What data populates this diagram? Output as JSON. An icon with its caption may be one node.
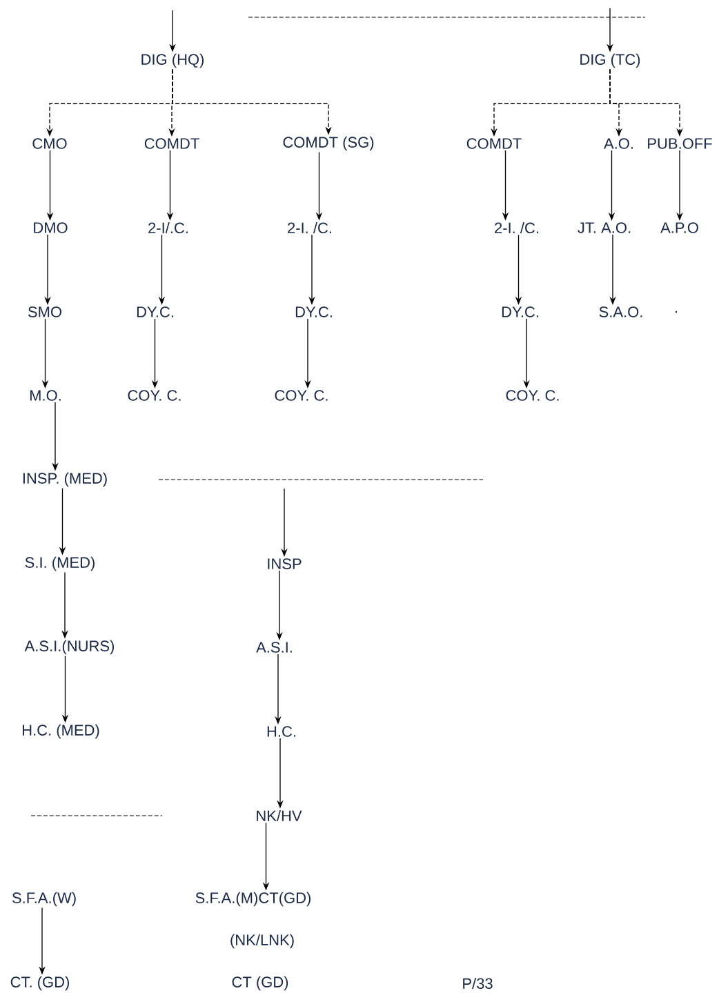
{
  "diagram": {
    "nodes": [
      {
        "text": [
          "DIG (HQ)"
        ]
      },
      {
        "text": [
          "DIG (TC)"
        ]
      },
      {
        "text": [
          "CMO"
        ]
      },
      {
        "text": [
          "COMDT"
        ]
      },
      {
        "text": [
          "COMDT (SG)"
        ]
      },
      {
        "text": [
          "COMDT"
        ]
      },
      {
        "text": [
          "A.O."
        ]
      },
      {
        "text": [
          "PUB.OFF"
        ]
      },
      {
        "text": [
          "DMO"
        ]
      },
      {
        "text": [
          "2-I/.C."
        ]
      },
      {
        "text": [
          "2-I. /C."
        ]
      },
      {
        "text": [
          "2-I. /C."
        ]
      },
      {
        "text": [
          "JT. A.O."
        ]
      },
      {
        "text": [
          "A.P.O"
        ]
      },
      {
        "text": [
          "SMO"
        ]
      },
      {
        "text": [
          "DY.C."
        ]
      },
      {
        "text": [
          "DY.C."
        ]
      },
      {
        "text": [
          "DY.C."
        ]
      },
      {
        "text": [
          "S.A.O."
        ]
      },
      {
        "text": [
          "M.O."
        ]
      },
      {
        "text": [
          "COY. C."
        ]
      },
      {
        "text": [
          "COY. C."
        ]
      },
      {
        "text": [
          "COY. C."
        ]
      },
      {
        "text": [
          "INSP. (MED)"
        ]
      },
      {
        "text": [
          "S.I. (MED)"
        ]
      },
      {
        "text": [
          "INSP"
        ]
      },
      {
        "text": [
          "A.S.I.(NURS)"
        ]
      },
      {
        "text": [
          "A.S.I."
        ]
      },
      {
        "text": [
          "H.C. (MED)"
        ]
      },
      {
        "text": [
          "H.C."
        ]
      },
      {
        "text": [
          "NK/HV"
        ]
      },
      {
        "text": [
          "S.F.A.(W)"
        ]
      },
      {
        "text": [
          "S.F.A.(M)CT(GD)"
        ]
      },
      {
        "text": [
          "CT. (GD)"
        ]
      }
    ],
    "edges": [
      {
        "from": null,
        "to": 0,
        "arrow": "to"
      },
      {
        "from": null,
        "to": 1,
        "arrow": "to"
      },
      {
        "from": 0,
        "to": 2,
        "arrow": "to",
        "style": "dashed"
      },
      {
        "from": 0,
        "to": 3,
        "arrow": "to",
        "style": "dashed"
      },
      {
        "from": 0,
        "to": 4,
        "arrow": "to",
        "style": "dashed"
      },
      {
        "from": 1,
        "to": 5,
        "arrow": "to",
        "style": "dashed"
      },
      {
        "from": 1,
        "to": 6,
        "arrow": "to",
        "style": "dashed"
      },
      {
        "from": 1,
        "to": 7,
        "arrow": "to",
        "style": "dashed"
      },
      {
        "from": 2,
        "to": 8,
        "arrow": "to"
      },
      {
        "from": 3,
        "to": 9,
        "arrow": "to"
      },
      {
        "from": 4,
        "to": 10,
        "arrow": "to"
      },
      {
        "from": 5,
        "to": 11,
        "arrow": "to"
      },
      {
        "from": 6,
        "to": 12,
        "arrow": "to"
      },
      {
        "from": 7,
        "to": 13,
        "arrow": "to"
      },
      {
        "from": 8,
        "to": 14,
        "arrow": "to"
      },
      {
        "from": 9,
        "to": 15,
        "arrow": "to"
      },
      {
        "from": 10,
        "to": 16,
        "arrow": "to"
      },
      {
        "from": 11,
        "to": 17,
        "arrow": "to"
      },
      {
        "from": 12,
        "to": 18,
        "arrow": "to"
      },
      {
        "from": 14,
        "to": 19,
        "arrow": "to"
      },
      {
        "from": 15,
        "to": 20,
        "arrow": "to"
      },
      {
        "from": 16,
        "to": 21,
        "arrow": "to"
      },
      {
        "from": 17,
        "to": 22,
        "arrow": "to"
      },
      {
        "from": 19,
        "to": 23,
        "arrow": "to"
      },
      {
        "from": 23,
        "to": 24,
        "arrow": "to"
      },
      {
        "from": null,
        "to": 25,
        "arrow": "to"
      },
      {
        "from": 24,
        "to": 26,
        "arrow": "to"
      },
      {
        "from": 25,
        "to": 27,
        "arrow": "to"
      },
      {
        "from": 26,
        "to": 28,
        "arrow": "to"
      },
      {
        "from": 27,
        "to": 29,
        "arrow": "to"
      },
      {
        "from": 29,
        "to": 30,
        "arrow": "to"
      },
      {
        "from": 30,
        "to": 32,
        "arrow": "to"
      },
      {
        "from": 31,
        "to": 33,
        "arrow": "to"
      }
    ],
    "labels": [
      ".",
      "(NK/LNK)",
      "CT (GD)",
      "P/33"
    ]
  }
}
